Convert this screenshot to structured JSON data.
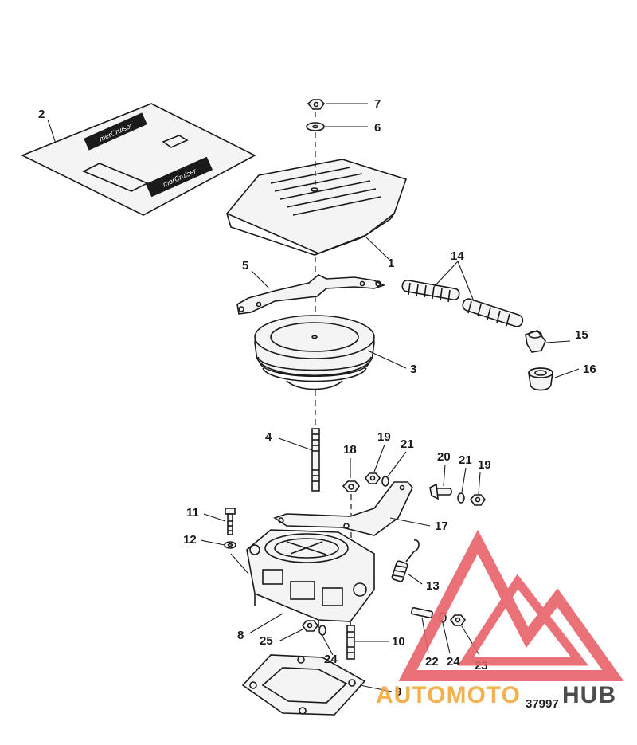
{
  "diagram": {
    "labels": {
      "p1": "1",
      "p2": "2",
      "p3": "3",
      "p4": "4",
      "p5": "5",
      "p6": "6",
      "p7": "7",
      "p8": "8",
      "p9": "9",
      "p10": "10",
      "p11": "11",
      "p12": "12",
      "p13": "13",
      "p14": "14",
      "p15": "15",
      "p16": "16",
      "p17": "17",
      "p18": "18",
      "p19a": "19",
      "p19b": "19",
      "p20": "20",
      "p21a": "21",
      "p21b": "21",
      "p22": "22",
      "p23": "23",
      "p24a": "24",
      "p24b": "24",
      "p25": "25"
    },
    "decal_text": "merCruiser",
    "figure_number": "37997"
  },
  "watermark": {
    "text_auto": "AUTOMOTO",
    "text_hub": "HUB",
    "color_red": "#e8626a",
    "color_orange": "#f3a93a",
    "color_dark": "#3a3a3a"
  }
}
